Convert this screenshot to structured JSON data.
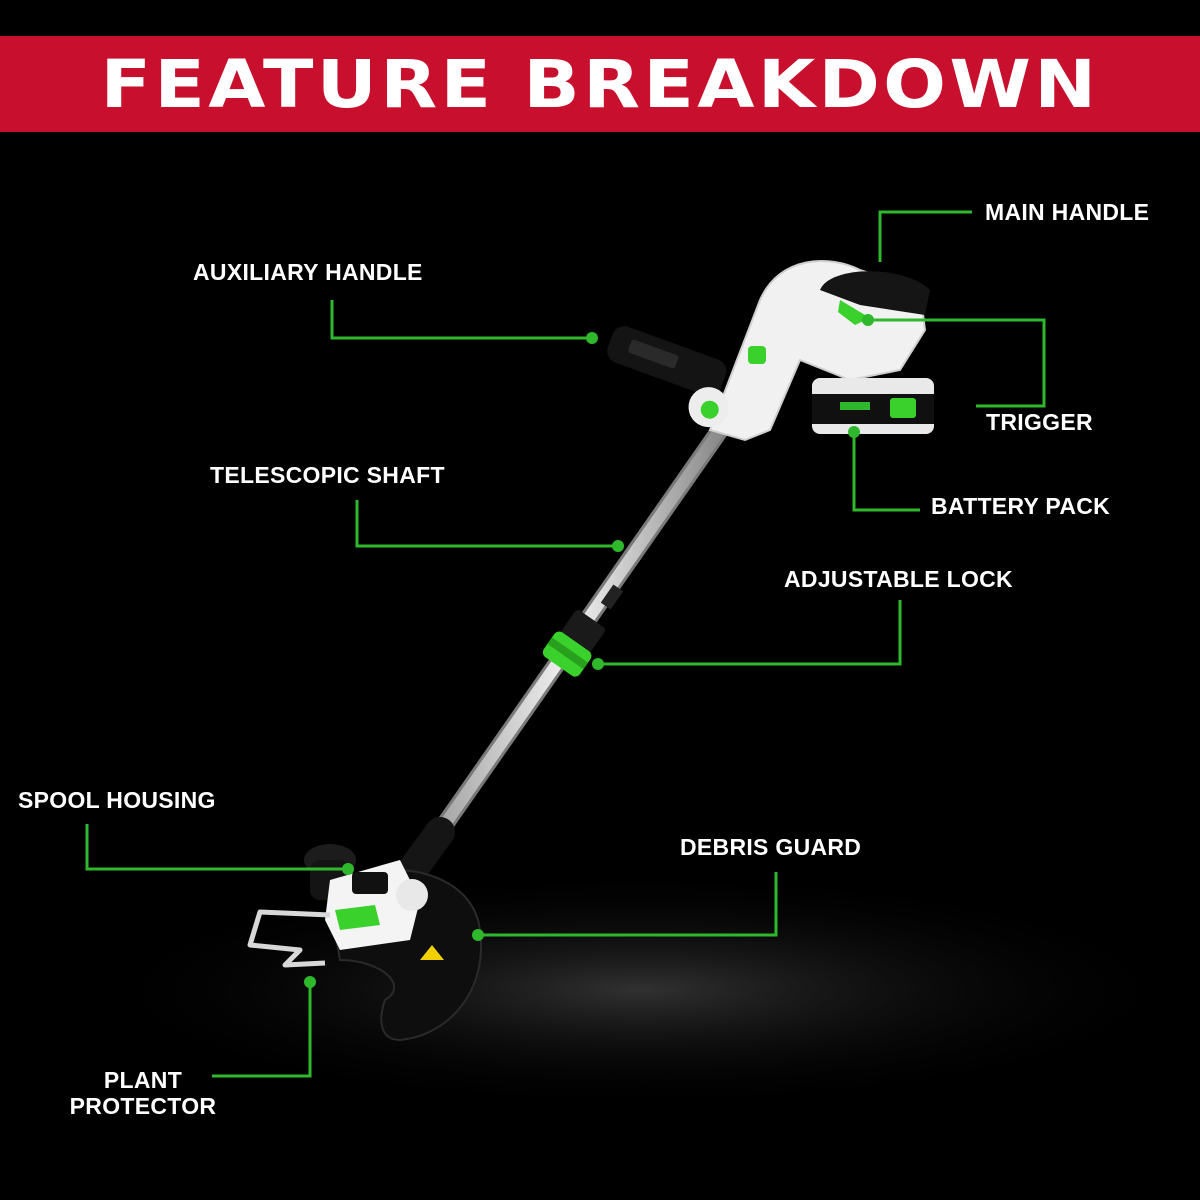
{
  "banner": {
    "title": "FEATURE BREAKDOWN"
  },
  "colors": {
    "banner": "#c8102e",
    "accent": "#2fb82b",
    "background": "#000000",
    "text": "#ffffff"
  },
  "callouts": {
    "main_handle": "MAIN HANDLE",
    "auxiliary_handle": "AUXILIARY HANDLE",
    "trigger": "TRIGGER",
    "battery_pack": "BATTERY PACK",
    "telescopic_shaft": "TELESCOPIC SHAFT",
    "adjustable_lock": "ADJUSTABLE LOCK",
    "spool_housing": "SPOOL HOUSING",
    "debris_guard": "DEBRIS GUARD",
    "plant_protector_line1": "PLANT",
    "plant_protector_line2": "PROTECTOR"
  }
}
